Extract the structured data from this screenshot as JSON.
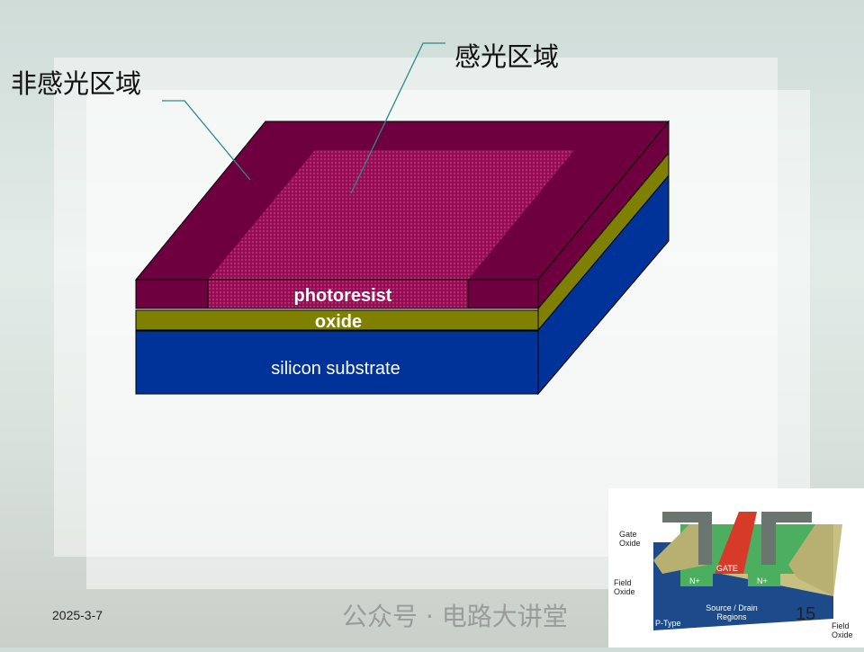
{
  "labels": {
    "non_photosensitive": "非感光区域",
    "photosensitive": "感光区域"
  },
  "layers": {
    "photoresist": "photoresist",
    "oxide": "oxide",
    "substrate": "silicon substrate"
  },
  "colors": {
    "photoresist": "#6e0040",
    "sensitive": "#a0105a",
    "oxide": "#808000",
    "substrate": "#003399"
  },
  "footer": {
    "date": "2025-3-7",
    "page": "15"
  },
  "watermark": "公众号 · 电路大讲堂",
  "inset": {
    "gate_oxide": "Gate Oxide",
    "gate": "GATE",
    "n_left": "N+",
    "n_right": "N+",
    "field_oxide_left": "Field Oxide",
    "source_drain": "Source / Drain Regions",
    "p_type": "P-Type",
    "field_oxide_right": "Field Oxide"
  }
}
